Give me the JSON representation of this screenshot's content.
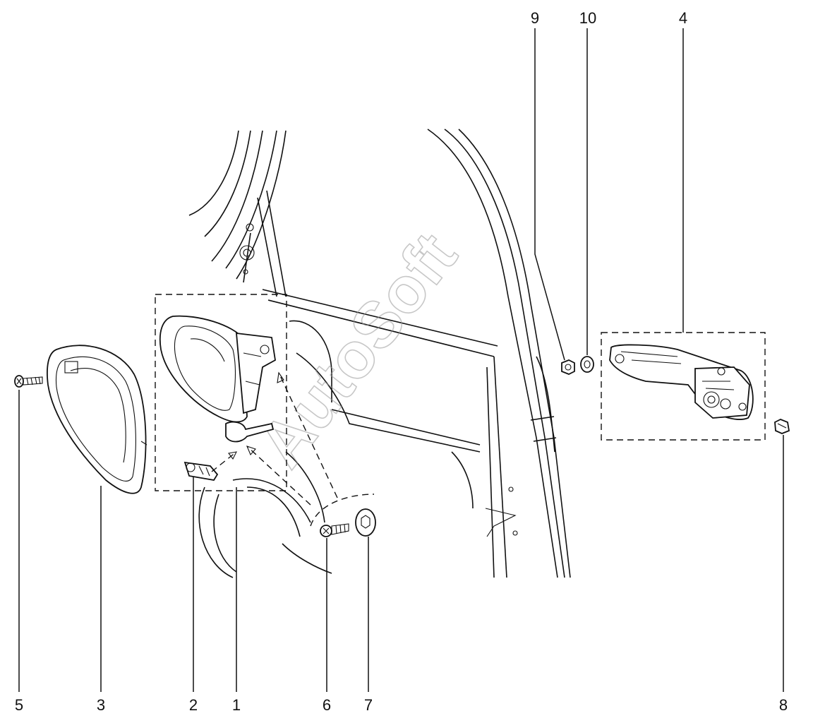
{
  "callouts": {
    "c1": "1",
    "c2": "2",
    "c3": "3",
    "c4": "4",
    "c5": "5",
    "c6": "6",
    "c7": "7",
    "c8": "8",
    "c9": "9",
    "c10": "10"
  },
  "watermark": "AutoSoft",
  "colors": {
    "ink": "#111111",
    "watermark": "#9a9a9a",
    "background": "#ffffff"
  }
}
